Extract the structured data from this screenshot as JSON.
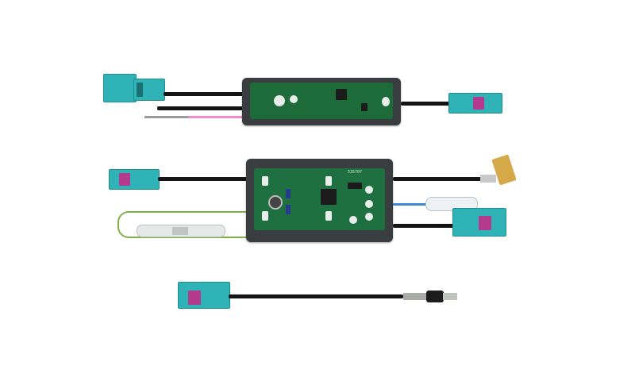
{
  "image": {
    "description": "Product photo of three vehicle antenna adapter cables on white background",
    "background": "#ffffff"
  },
  "items": [
    {
      "name": "adapter-top",
      "description": "Amplifier module with green PCB in dark housing, multi-pin teal connector on left, FAKRA teal connector on right, pink wire with pin",
      "colors": {
        "housing": "#3a3d40",
        "pcb": "#1e6b3a",
        "connector": "#2fb3b6",
        "wire": "#f08ac8"
      }
    },
    {
      "name": "adapter-middle",
      "description": "Larger phantom-power module with green PCB, FAKRA connectors, blue remote wire with spade terminal, green wire with inline fuse holder, gold angled SMB connector",
      "pcb_label": "535707",
      "colors": {
        "housing": "#3a3d40",
        "pcb": "#1e6b3a",
        "connector": "#2fb3b6",
        "blue_wire": "#3f86d6",
        "green_wire": "#7fb04a",
        "gold": "#d5a94a"
      }
    },
    {
      "name": "adapter-bottom",
      "description": "FAKRA teal connector cable to bare pin terminal",
      "colors": {
        "connector": "#2fb3b6",
        "pink_latch": "#b43a8e"
      }
    }
  ]
}
